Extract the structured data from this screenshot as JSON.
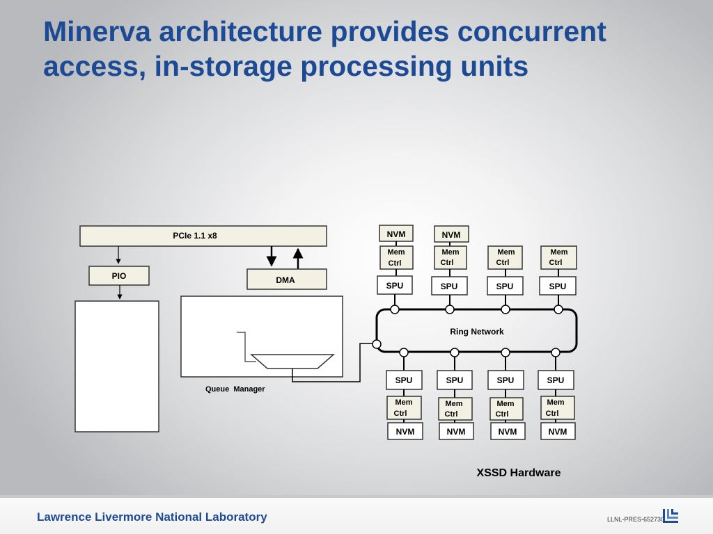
{
  "slide": {
    "title": "Minerva architecture provides concurrent access, in-storage processing units"
  },
  "diagram": {
    "pcie_label": "PCIe 1.1 x8",
    "pio_label": "PIO",
    "dma_label": "DMA",
    "queue_manager_label": "Queue  Manager",
    "ring_network_label": "Ring Network",
    "hardware_label": "XSSD Hardware",
    "top_units": [
      {
        "nvm": "NVM",
        "mem": "Mem",
        "ctrl": "Ctrl",
        "spu": "SPU"
      },
      {
        "nvm": "NVM",
        "mem": "Mem",
        "ctrl": "Ctrl",
        "spu": "SPU"
      },
      {
        "nvm": "",
        "mem": "Mem",
        "ctrl": "Ctrl",
        "spu": "SPU"
      },
      {
        "nvm": "",
        "mem": "Mem",
        "ctrl": "Ctrl",
        "spu": "SPU"
      }
    ],
    "bottom_units": [
      {
        "spu": "SPU",
        "mem": "Mem",
        "ctrl": "Ctrl",
        "nvm": "NVM"
      },
      {
        "spu": "SPU",
        "mem": "Mem",
        "ctrl": "Ctrl",
        "nvm": "NVM"
      },
      {
        "spu": "SPU",
        "mem": "Mem",
        "ctrl": "Ctrl",
        "nvm": "NVM"
      },
      {
        "spu": "SPU",
        "mem": "Mem",
        "ctrl": "Ctrl",
        "nvm": "NVM"
      }
    ]
  },
  "footer": {
    "lab_name": "Lawrence Livermore National Laboratory",
    "doc_code": "LLNL-PRES-652730"
  },
  "colors": {
    "title": "#1d4a94",
    "box_fill": "#f3f1e4",
    "box_stroke": "#333333"
  }
}
